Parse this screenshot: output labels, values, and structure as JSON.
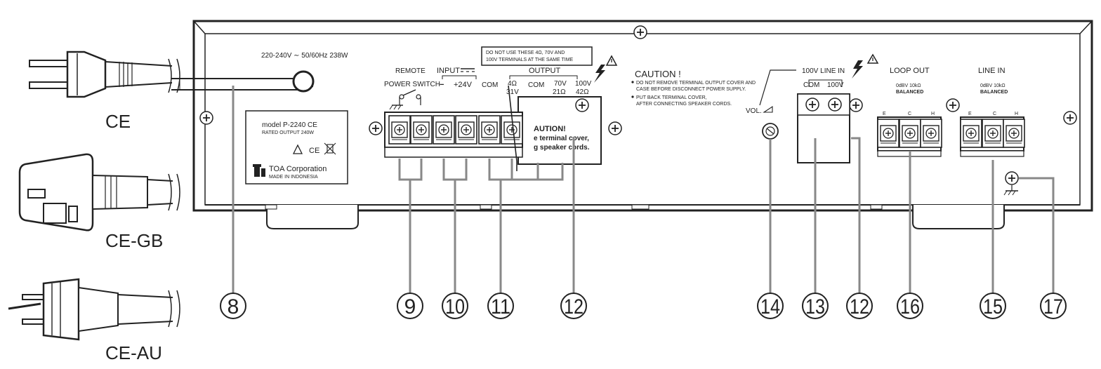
{
  "plugs": [
    {
      "label": "CE"
    },
    {
      "label": "CE-GB"
    },
    {
      "label": "CE-AU"
    }
  ],
  "power_rating": "220-240V ∼ 50/60Hz 238W",
  "nameplate": {
    "model": "model  P-2240 CE",
    "rated_output": "RATED OUTPUT   240W",
    "company": "TOA Corporation",
    "origin": "MADE IN INDONESIA",
    "marks": "CE"
  },
  "warning_box": {
    "line1": "DO NOT USE THESE 4Ω, 70V AND",
    "line2": "100V TERMINALS AT THE SAME TIME"
  },
  "labels": {
    "remote": "REMOTE",
    "power_switch": "POWER SWITCH",
    "input": "INPUT",
    "input_minus": "−",
    "input_plus": "+24V",
    "output": "OUTPUT",
    "com1": "COM",
    "ohm4": "4Ω",
    "v31": "31V",
    "com2": "COM",
    "v70": "70V",
    "ohm21": "21Ω",
    "v100": "100V",
    "ohm42": "42Ω",
    "terminal_cover_1": "AUTION!",
    "terminal_cover_2": "e terminal cover,",
    "terminal_cover_3": "g speaker cords.",
    "vol": "VOL.",
    "line100": "100V LINE IN",
    "line100_com": "COM",
    "line100_100v": "100V",
    "loop_out": "LOOP OUT",
    "loop_spec": "0dBV 10kΩ",
    "loop_bal": "BALANCED",
    "line_in": "LINE IN",
    "line_spec": "0dBV 10kΩ",
    "line_bal": "BALANCED",
    "e": "E",
    "c": "C",
    "h": "H"
  },
  "caution": {
    "title": "CAUTION !",
    "line1": "DO NOT REMOVE TERMINAL OUTPUT COVER AND",
    "line2": "CASE BEFORE DISCONNECT POWER SUPPLY.",
    "line3": "PUT BACK TERMINAL COVER,",
    "line4": "AFTER CONNECTING SPEAKER CORDS."
  },
  "callouts": [
    {
      "number": "8"
    },
    {
      "number": "9"
    },
    {
      "number": "10"
    },
    {
      "number": "11"
    },
    {
      "number": "12"
    },
    {
      "number": "14"
    },
    {
      "number": "13"
    },
    {
      "number": "12"
    },
    {
      "number": "16"
    },
    {
      "number": "15"
    },
    {
      "number": "17"
    }
  ]
}
